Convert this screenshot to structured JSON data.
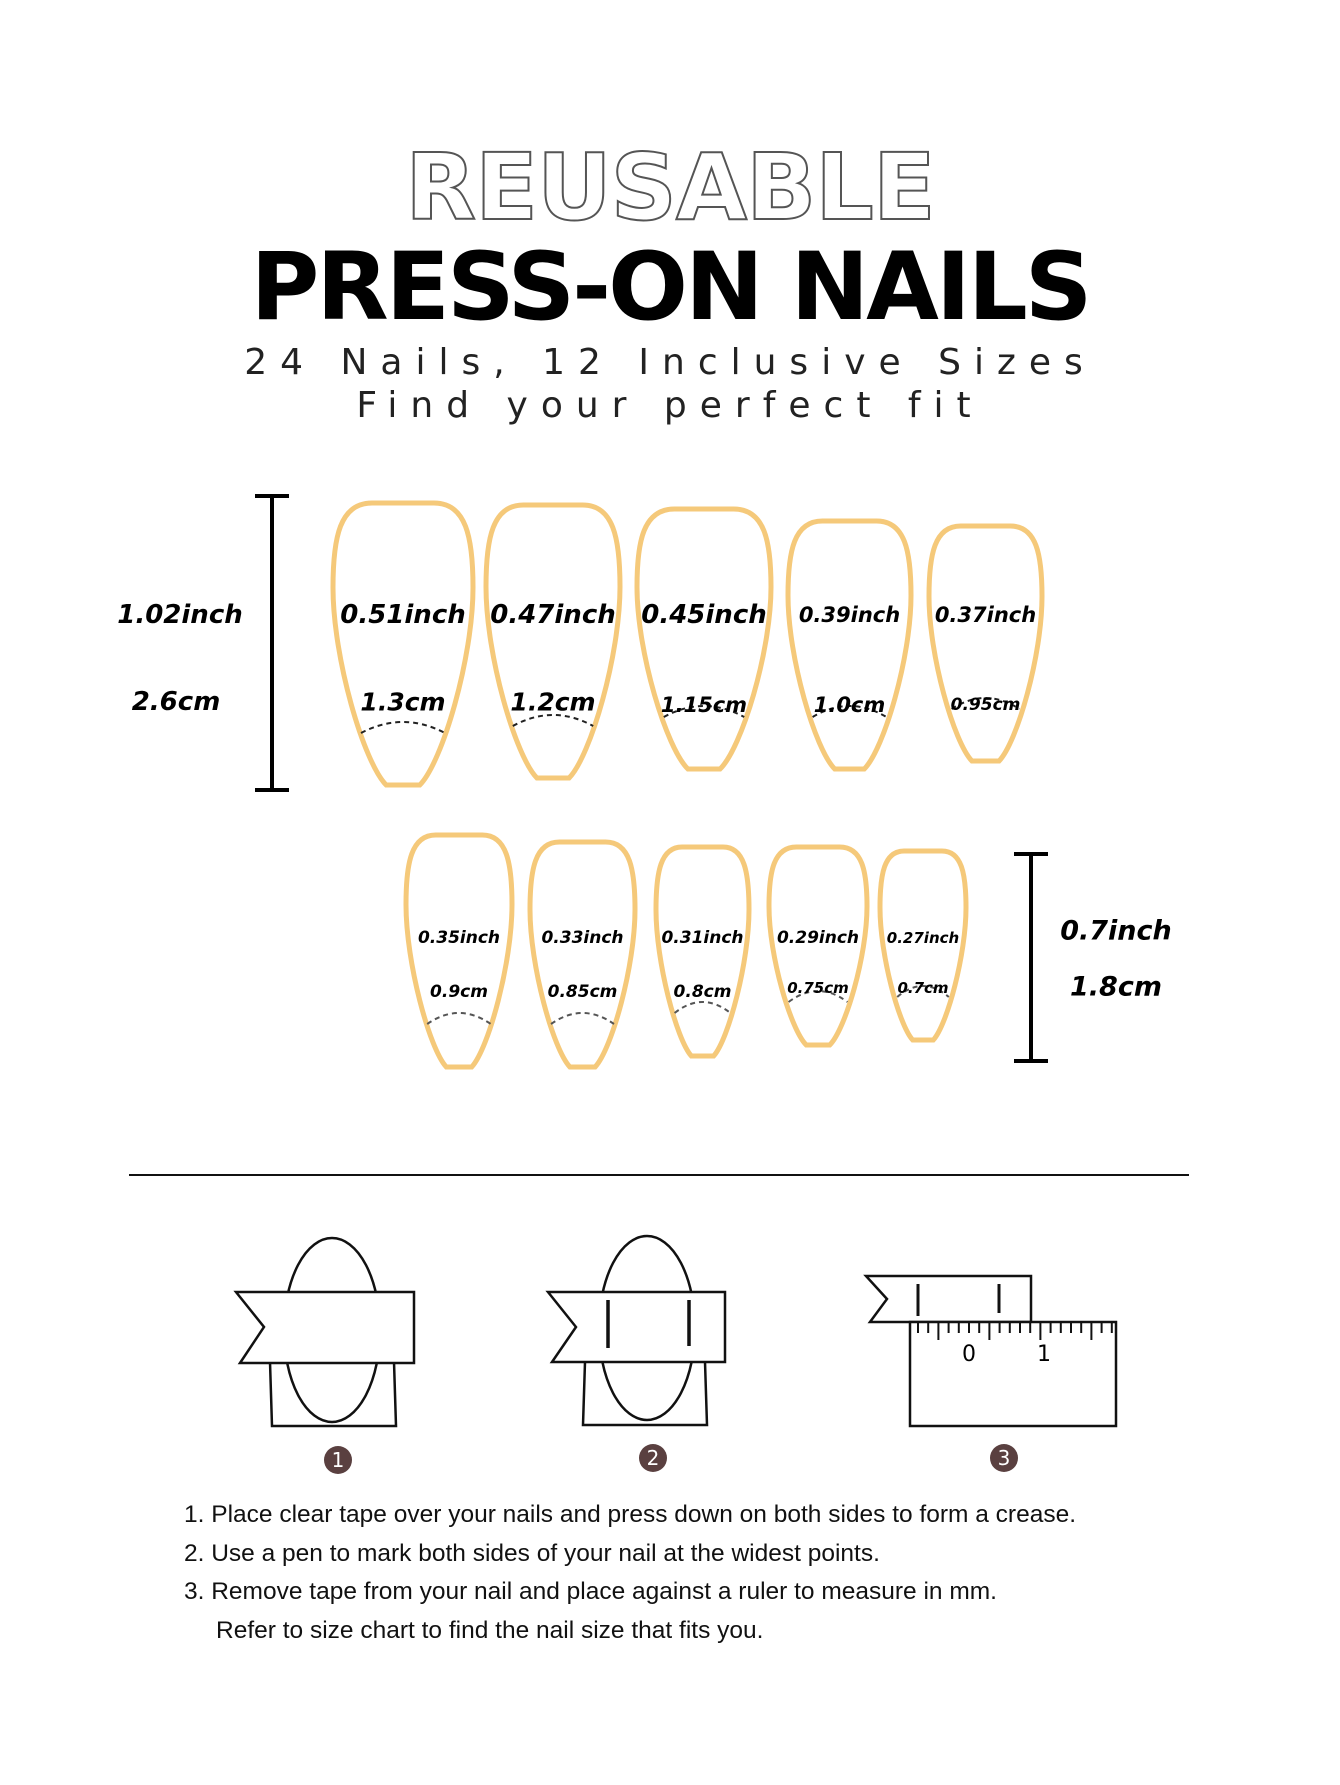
{
  "header": {
    "title_outline": "REUSABLE",
    "title_main": "PRESS-ON NAILS",
    "subtitle_line1": "24 Nails, 12 Inclusive Sizes",
    "subtitle_line2": "Find your perfect fit"
  },
  "colors": {
    "nail_outline": "#f5c97a",
    "ink": "#000000",
    "badge": "#5a4040"
  },
  "size_chart": {
    "row1_length": {
      "inch": "1.02inch",
      "cm": "2.6cm"
    },
    "row2_length": {
      "inch": "0.7inch",
      "cm": "1.8cm"
    },
    "row1": [
      {
        "inch": "0.51inch",
        "cm": "1.3cm"
      },
      {
        "inch": "0.47inch",
        "cm": "1.2cm"
      },
      {
        "inch": "0.45inch",
        "cm": "1.15cm"
      },
      {
        "inch": "0.39inch",
        "cm": "1.0cm"
      },
      {
        "inch": "0.37inch",
        "cm": "0.95cm"
      }
    ],
    "row2": [
      {
        "inch": "0.35inch",
        "cm": "0.9cm"
      },
      {
        "inch": "0.33inch",
        "cm": "0.85cm"
      },
      {
        "inch": "0.31inch",
        "cm": "0.8cm"
      },
      {
        "inch": "0.29inch",
        "cm": "0.75cm"
      },
      {
        "inch": "0.27inch",
        "cm": "0.7cm"
      }
    ]
  },
  "steps": {
    "badges": [
      "1",
      "2",
      "3"
    ],
    "ruler_labels": [
      "0",
      "1"
    ],
    "instructions": [
      "1. Place clear tape over your nails and press down on both sides to form a crease.",
      "2. Use a pen to mark both sides of your nail at the widest points.",
      "3. Remove tape from your nail and place against a ruler to measure in mm.",
      "Refer to size chart to find the nail size that fits you."
    ]
  }
}
